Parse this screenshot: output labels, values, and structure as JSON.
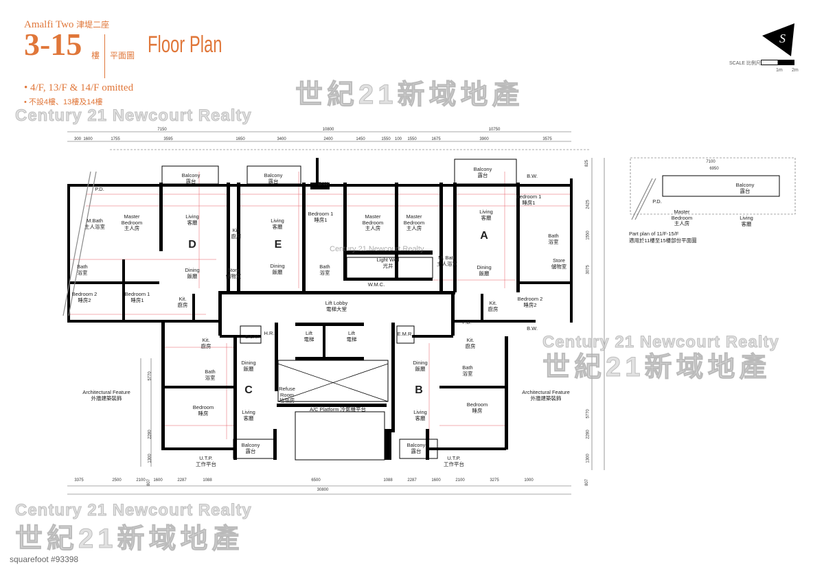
{
  "header": {
    "project": "Amalfi Two",
    "project_zh": "津堤二座",
    "floors": "3-15",
    "floor_char": "樓",
    "plan_zh": "平面圖",
    "plan_en": "Floor Plan",
    "notes": [
      "4/F, 13/F & 14/F omitted",
      "不設4樓、13樓及14樓"
    ]
  },
  "scale": {
    "label": "SCALE 比例尺",
    "ticks": [
      "1m",
      "2m"
    ],
    "north": "S"
  },
  "units": [
    "D",
    "E",
    "A",
    "C",
    "B"
  ],
  "rooms": {
    "d_balcony": [
      "Balcony",
      "露台"
    ],
    "d_master": [
      "Master",
      "Bedroom",
      "主人房"
    ],
    "d_living": [
      "Living",
      "客廳"
    ],
    "d_mbath": [
      "M.Bath",
      "主人浴室"
    ],
    "d_kit": [
      "Kit.",
      "廚房"
    ],
    "d_dining": [
      "Dining",
      "飯廳"
    ],
    "d_bath": [
      "Bath",
      "浴室"
    ],
    "d_bed2": [
      "Bedroom 2",
      "睡房2"
    ],
    "d_bed1": [
      "Bedroom 1",
      "睡房1"
    ],
    "d_kit2": [
      "Kit.",
      "廚房"
    ],
    "d_store": [
      "Store",
      "儲物室"
    ],
    "d_pd": [
      "P.D."
    ],
    "e_balcony": [
      "Balcony",
      "露台"
    ],
    "e_living": [
      "Living",
      "客廳"
    ],
    "e_bed1": [
      "Bedroom 1",
      "睡房1"
    ],
    "e_dining": [
      "Dining",
      "飯廳"
    ],
    "e_bath": [
      "Bath",
      "浴室"
    ],
    "e_bw": [
      "B.W."
    ],
    "e_master": [
      "Master",
      "Bedroom",
      "主人房"
    ],
    "a_master": [
      "Master",
      "Bedroom",
      "主人房"
    ],
    "a_balcony": [
      "Balcony",
      "露台"
    ],
    "a_bw": [
      "B.W."
    ],
    "a_living": [
      "Living",
      "客廳"
    ],
    "a_bed1": [
      "Bedroom 1",
      "睡房1"
    ],
    "a_bath": [
      "Bath",
      "浴室"
    ],
    "a_store": [
      "Store",
      "儲物室"
    ],
    "a_mbath": [
      "M. Bath",
      "主人浴室"
    ],
    "a_dining": [
      "Dining",
      "飯廳"
    ],
    "a_kit": [
      "Kit.",
      "廚房"
    ],
    "a_bed2": [
      "Bedroom 2",
      "睡房2"
    ],
    "a_bw2": [
      "B.W."
    ],
    "a_pd": [
      "P.D."
    ],
    "lightwell": [
      "Light Well",
      "光井"
    ],
    "wmc": [
      "W.M.C."
    ],
    "lobby": [
      "Lift Lobby",
      "電梯大堂"
    ],
    "elv": [
      "E.L.V."
    ],
    "hr": [
      "H.R."
    ],
    "lift1": [
      "Lift",
      "電梯"
    ],
    "lift2": [
      "Lift",
      "電梯"
    ],
    "emr": [
      "E.M.R."
    ],
    "refuse": [
      "Refuse",
      "Room",
      "垃圾房"
    ],
    "ac": [
      "A/C Platform 冷氣機平台"
    ],
    "c_kit": [
      "Kit.",
      "廚房"
    ],
    "c_dining": [
      "Dining",
      "飯廳"
    ],
    "c_bath": [
      "Bath",
      "浴室"
    ],
    "c_bed": [
      "Bedroom",
      "睡房"
    ],
    "c_living": [
      "Living",
      "客廳"
    ],
    "c_balcony": [
      "Balcony",
      "露台"
    ],
    "c_utp": [
      "U.T.P.",
      "工作平台"
    ],
    "b_kit": [
      "Kit.",
      "廚房"
    ],
    "b_dining": [
      "Dining",
      "飯廳"
    ],
    "b_bath": [
      "Bath",
      "浴室"
    ],
    "b_bed": [
      "Bedroom",
      "睡房"
    ],
    "b_living": [
      "Living",
      "客廳"
    ],
    "b_balcony": [
      "Balcony",
      "露台"
    ],
    "b_utp": [
      "U.T.P.",
      "工作平台"
    ],
    "arch_l": [
      "Architectural Feature",
      "外牆建築裝飾"
    ],
    "arch_r": [
      "Architectural Feature",
      "外牆建築裝飾"
    ]
  },
  "dimensions": {
    "top_major": [
      "7150",
      "10800",
      "10750"
    ],
    "top_minor": [
      "300",
      "1600",
      "1755",
      "3595",
      "1650",
      "3400",
      "2400",
      "1450",
      "1550",
      "100",
      "1550",
      "1675",
      "3900",
      "3575"
    ],
    "bottom_minor": [
      "3375",
      "2500",
      "2100",
      "1600",
      "2287",
      "1088",
      "6500",
      "1088",
      "2287",
      "1600",
      "2100",
      "3275",
      "1000"
    ],
    "bottom_total": "30800",
    "right": [
      "825",
      "2425",
      "1550",
      "3075",
      "5770",
      "2280",
      "1300",
      "807"
    ],
    "left": [
      "5770",
      "2280",
      "1300",
      "807"
    ]
  },
  "part_plan": {
    "dims": [
      "7100",
      "6950"
    ],
    "rooms": {
      "balcony": [
        "Balcony",
        "露台"
      ],
      "master": [
        "Master",
        "Bedroom",
        "主人房"
      ],
      "living": [
        "Living",
        "客廳"
      ],
      "pd": [
        "P.D."
      ]
    },
    "caption": [
      "Part plan of 11/F-15/F",
      "適用於11樓至15樓部份平面圖"
    ]
  },
  "watermark": {
    "en": "Century 21 Newcourt Realty",
    "zh": "世紀21新域地產",
    "footer": "squarefoot #93398"
  },
  "colors": {
    "accent": "#e0773a",
    "dim": "#e0303a",
    "wall": "#000000"
  }
}
